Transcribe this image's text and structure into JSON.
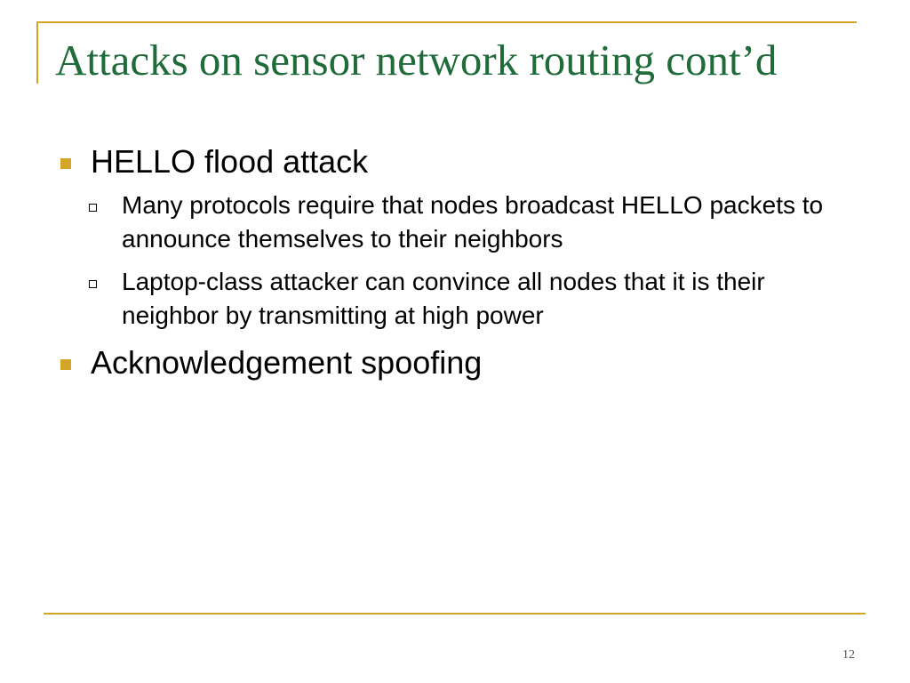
{
  "slide": {
    "title": "Attacks on sensor network routing cont’d",
    "bullets": [
      {
        "text": "HELLO flood attack",
        "subbullets": [
          "Many protocols require that nodes broadcast HELLO packets to announce themselves to their neighbors",
          "Laptop-class attacker can convince all nodes that it is their neighbor by transmitting at high power"
        ]
      },
      {
        "text": "Acknowledgement spoofing",
        "subbullets": []
      }
    ],
    "page_number": "12"
  },
  "colors": {
    "title": "#1f6b3a",
    "accent": "#d4a628",
    "text": "#000000"
  },
  "icons": {
    "level1_bullet": "filled-square-bullet",
    "level2_bullet": "hollow-square-bullet"
  }
}
